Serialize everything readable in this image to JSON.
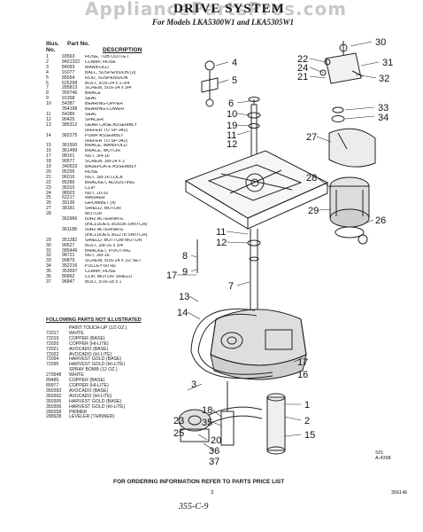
{
  "watermark": "AppliancePartsPros.com",
  "title": "DRIVE SYSTEM",
  "subtitle": "For Models LKA5300W1 and LKA5305W1",
  "columns": {
    "illus_no": "Illus. No.",
    "part_no": "Part No.",
    "description": "DESCRIPTION"
  },
  "parts": [
    {
      "n": "1",
      "p": "93563",
      "d": "HOSE, TUB OUTLET"
    },
    {
      "n": "2",
      "p": "9421322",
      "d": "CLAMP, HOSE"
    },
    {
      "n": "3",
      "p": "84093",
      "d": "MANIFOLD"
    },
    {
      "n": "4",
      "p": "91077",
      "d": "BALL, SUSPENSION (3)"
    },
    {
      "n": "5",
      "p": "85654",
      "d": "ROD, SUSPENSION"
    },
    {
      "n": "6",
      "p": "625298",
      "d": "BOLT, 5/16-24 x 1-3/4"
    },
    {
      "n": "7",
      "p": "285813",
      "d": "SCREW, 5/16-24 x 3/4"
    },
    {
      "n": "8",
      "p": "359746",
      "d": "BRACE"
    },
    {
      "n": "9",
      "p": "91358",
      "d": "SEAL"
    },
    {
      "n": "10",
      "p": "54387",
      "d": "BEARING-UPPER"
    },
    {
      "n": "",
      "p": "354198",
      "d": "BEARING-LOWER"
    },
    {
      "n": "11",
      "p": "54289",
      "d": "SEAL"
    },
    {
      "n": "12",
      "p": "90425",
      "d": "SPACER"
    },
    {
      "n": "13",
      "p": "385312",
      "d": "GEAR CASE ASSEMBLY"
    },
    {
      "n": "",
      "p": "",
      "d": "(REFER TO SP-342)"
    },
    {
      "n": "14",
      "p": "382275",
      "d": "PUMP ASSEMBLY"
    },
    {
      "n": "",
      "p": "",
      "d": "(REFER TO SP-342)"
    },
    {
      "n": "15",
      "p": "361500",
      "d": "BRACE, MANIFOLD"
    },
    {
      "n": "16",
      "p": "361499",
      "d": "BRACE, MOTOR"
    },
    {
      "n": "17",
      "p": "98161",
      "d": "NUT, 3/4-16"
    },
    {
      "n": "18",
      "p": "90577",
      "d": "SCREW, 3/8-24 x 2"
    },
    {
      "n": "19",
      "p": "340523",
      "d": "BASEPLATE ASSEMBLY"
    },
    {
      "n": "20",
      "p": "95255",
      "d": "HOSE"
    },
    {
      "n": "21",
      "p": "96016",
      "d": "NUT, 3/8-16 LOCK"
    },
    {
      "n": "22",
      "p": "85286",
      "d": "BRACKET, ADJUSTING"
    },
    {
      "n": "23",
      "p": "36315",
      "d": "CLIP"
    },
    {
      "n": "24",
      "p": "98023",
      "d": "NUT, 10-32"
    },
    {
      "n": "25",
      "p": "62217",
      "d": "WASHER"
    },
    {
      "n": "26",
      "p": "39136",
      "d": "GROMMET (4)"
    },
    {
      "n": "27",
      "p": "38181",
      "d": "SHIELD, MOTOR"
    },
    {
      "n": "28",
      "p": "",
      "d": "MOTOR"
    },
    {
      "n": "",
      "p": "362966",
      "d": "60HZ ALTERNATE"
    },
    {
      "n": "",
      "p": "",
      "d": "(INCLUDES 353036 SWITCH)"
    },
    {
      "n": "",
      "p": "361188",
      "d": "50HZ ALTERNATE"
    },
    {
      "n": "",
      "p": "",
      "d": "(INCLUDES 362278 SWITCH)"
    },
    {
      "n": "29",
      "p": "351382",
      "d": "SHIELD, BOTTOM MOTOR"
    },
    {
      "n": "30",
      "p": "90527",
      "d": "BOLT, 3/8-16 x 3/4"
    },
    {
      "n": "31",
      "p": "385449",
      "d": "BRACKET, PIVOTING"
    },
    {
      "n": "32",
      "p": "98721",
      "d": "NUT, 3/8-16"
    },
    {
      "n": "33",
      "p": "90879",
      "d": "SCREW, 5/16-24 x 1/2 SET"
    },
    {
      "n": "34",
      "p": "352216",
      "d": "PULLEY-60 HZ"
    },
    {
      "n": "35",
      "p": "353597",
      "d": "CLAMP, HOSE"
    },
    {
      "n": "36",
      "p": "86892",
      "d": "CLIP, MOTOR SHIELD"
    },
    {
      "n": "37",
      "p": "96847",
      "d": "BOLT, 5/16-18 x 1"
    }
  ],
  "not_illustrated_heading": "FOLLOWING PARTS NOT ILLUSTRATED",
  "not_illustrated": [
    {
      "p": "",
      "d": "PAINT TOUCH-UP (1/2 OZ.)"
    },
    {
      "p": "72017",
      "d": "WHITE"
    },
    {
      "p": "72019",
      "d": "COPPER (BASE)"
    },
    {
      "p": "72020",
      "d": "COPPER (HI-LITE)"
    },
    {
      "p": "72021",
      "d": "AVOCADO (BASE)"
    },
    {
      "p": "72022",
      "d": "AVOCADO (HI-LITE)"
    },
    {
      "p": "72094",
      "d": "HARVEST GOLD (BASE)"
    },
    {
      "p": "72095",
      "d": "HARVEST GOLD (HI-LITE)"
    },
    {
      "p": "",
      "d": "SPRAY BOMB (12 OZ.)"
    },
    {
      "p": "279948",
      "d": "WHITE"
    },
    {
      "p": "89485",
      "d": "COPPER (BASE)"
    },
    {
      "p": "89977",
      "d": "COPPER (HI-LITE)"
    },
    {
      "p": "350393",
      "d": "AVOCADO (BASE)"
    },
    {
      "p": "350392",
      "d": "AVOCADO (HI-LITE)"
    },
    {
      "p": "350305",
      "d": "HARVEST GOLD (BASE)"
    },
    {
      "p": "350306",
      "d": "HARVEST GOLD (HI-LITE)"
    },
    {
      "p": "280258",
      "d": "PRIMER"
    },
    {
      "p": "288928",
      "d": "LEVELER (THINNER)"
    }
  ],
  "callouts": {
    "c30": "30",
    "c31": "31",
    "c32": "32",
    "c33": "33",
    "c34": "34",
    "c22": "22",
    "c24": "24",
    "c21": "21",
    "c4": "4",
    "c5": "5",
    "c6": "6",
    "c10": "10",
    "c19": "19",
    "c11": "11",
    "c12": "12",
    "c27": "27",
    "c28": "28",
    "c29": "29",
    "c26": "26",
    "c11b": "11",
    "c12b": "12",
    "c8": "8",
    "c9": "9",
    "c17": "17",
    "c7": "7",
    "c13": "13",
    "c14": "14",
    "c16": "16",
    "c1": "1",
    "c2": "2",
    "c3": "3",
    "c15": "15",
    "c18": "18",
    "c20": "20",
    "c35": "35",
    "c36": "36",
    "c37": "37",
    "c25": "25",
    "c23": "23"
  },
  "ref_code": "A-4398",
  "ref_label": "SIS",
  "footer": "FOR ORDERING INFORMATION REFER TO PARTS PRICE LIST",
  "page_number": "3",
  "doc_code": "356146",
  "handwritten": "355-C-9"
}
